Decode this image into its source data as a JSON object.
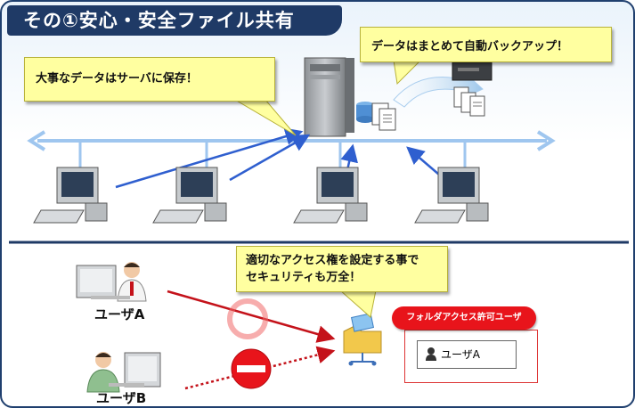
{
  "title": "その①安心・安全ファイル共有",
  "callouts": {
    "save": "大事なデータはサーバに保存！",
    "backup": "データはまとめて自動バックアップ！",
    "security_line1": "適切なアクセス権を設定する事で",
    "security_line2": "セキュリティも万全！"
  },
  "users": {
    "a": "ユーザA",
    "b": "ユーザB"
  },
  "permission": {
    "header": "フォルダアクセス許可ユーザ",
    "entry": "ユーザA"
  },
  "colors": {
    "title_bg": "#1f3a66",
    "callout_bg": "#ffffa0",
    "network_line": "#9fc6ef",
    "arrow_blue": "#2f5fcf",
    "deny_red": "#e8141b"
  }
}
